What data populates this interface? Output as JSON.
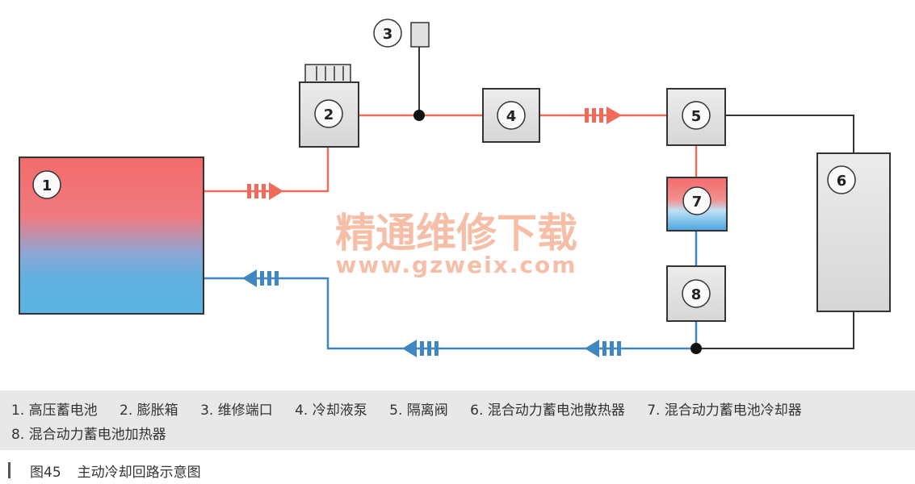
{
  "diagram": {
    "nodes": [
      {
        "id": "1",
        "label": "1"
      },
      {
        "id": "2",
        "label": "2"
      },
      {
        "id": "3",
        "label": "3"
      },
      {
        "id": "4",
        "label": "4"
      },
      {
        "id": "5",
        "label": "5"
      },
      {
        "id": "6",
        "label": "6"
      },
      {
        "id": "7",
        "label": "7"
      },
      {
        "id": "8",
        "label": "8"
      }
    ],
    "colors": {
      "hot": "#f26a5a",
      "cold": "#3f86c2",
      "component": "#e0e0e0",
      "outline": "#333333"
    }
  },
  "watermark": {
    "chinese": "精通维修下载",
    "url": "www.gzweix.com"
  },
  "legend": {
    "items": [
      "1. 高压蓄电池",
      "2. 膨胀箱",
      "3. 维修端口",
      "4. 冷却液泵",
      "5. 隔离阀",
      "6. 混合动力蓄电池散热器",
      "7. 混合动力蓄电池冷却器",
      "8. 混合动力蓄电池加热器"
    ]
  },
  "caption": {
    "figure": "图45",
    "title": "主动冷却回路示意图"
  }
}
